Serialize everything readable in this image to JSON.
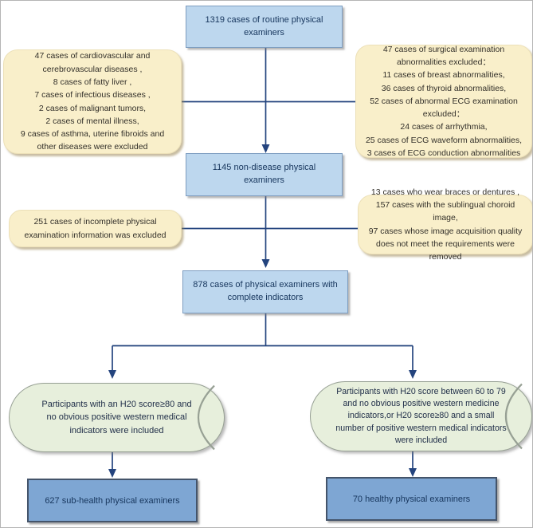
{
  "diagram_type": "flowchart",
  "colors": {
    "box_blue": "#bdd7ee",
    "box_blue_border": "#7d9dc0",
    "box_blue_dark": "#7ea6d3",
    "box_dark_border": "#44546a",
    "box_cream": "#f9efca",
    "cylinder_green": "#e7efdc",
    "cylinder_border": "#97a094",
    "line_color": "#24447e",
    "text_navy": "#17365d",
    "text_navy_2": "#22304a",
    "text_dark": "#33302a"
  },
  "nodes": {
    "top_box": {
      "text": "1319 cases of routine physical examiners"
    },
    "excl_left_1": {
      "items": [
        "47 cases of cardiovascular and cerebrovascular diseases ,",
        "8 cases of fatty liver ,",
        "7 cases of infectious diseases ,",
        "2 cases of malignant tumors,",
        "2 cases of mental illness,",
        "9 cases of asthma, uterine fibroids and other diseases were excluded"
      ]
    },
    "excl_right_1": {
      "items": [
        "47 cases of surgical examination abnormalities excluded：",
        "11 cases of breast abnormalities,",
        "36 cases of thyroid abnormalities,",
        "52 cases of abnormal ECG examination excluded：",
        "24 cases of arrhythmia,",
        "25 cases of ECG waveform abnormalities,",
        "3 cases of ECG conduction abnormalities"
      ]
    },
    "box_1145": {
      "text": "1145 non-disease physical examiners"
    },
    "excl_left_2": {
      "text": "251 cases of incomplete physical examination information was excluded"
    },
    "excl_right_2": {
      "items": [
        "13 cases who wear braces or dentures ,",
        "157 cases with the sublingual choroid image,",
        "97 cases whose image acquisition quality does not meet the requirements were removed"
      ]
    },
    "box_878": {
      "text": "878 cases of physical examiners with complete indicators"
    },
    "cyl_left": {
      "text": "Participants with an H20 score≥80 and no obvious positive western medical indicators were included"
    },
    "cyl_right": {
      "text": "Participants with H20 score between 60 to 79 and no obvious positive western medicine indicators,or H20 score≥80 and a small number of positive western medical indicators were included"
    },
    "bottom_left": {
      "text": "627 sub-health physical examiners"
    },
    "bottom_right": {
      "text": "70 healthy physical examiners"
    }
  }
}
